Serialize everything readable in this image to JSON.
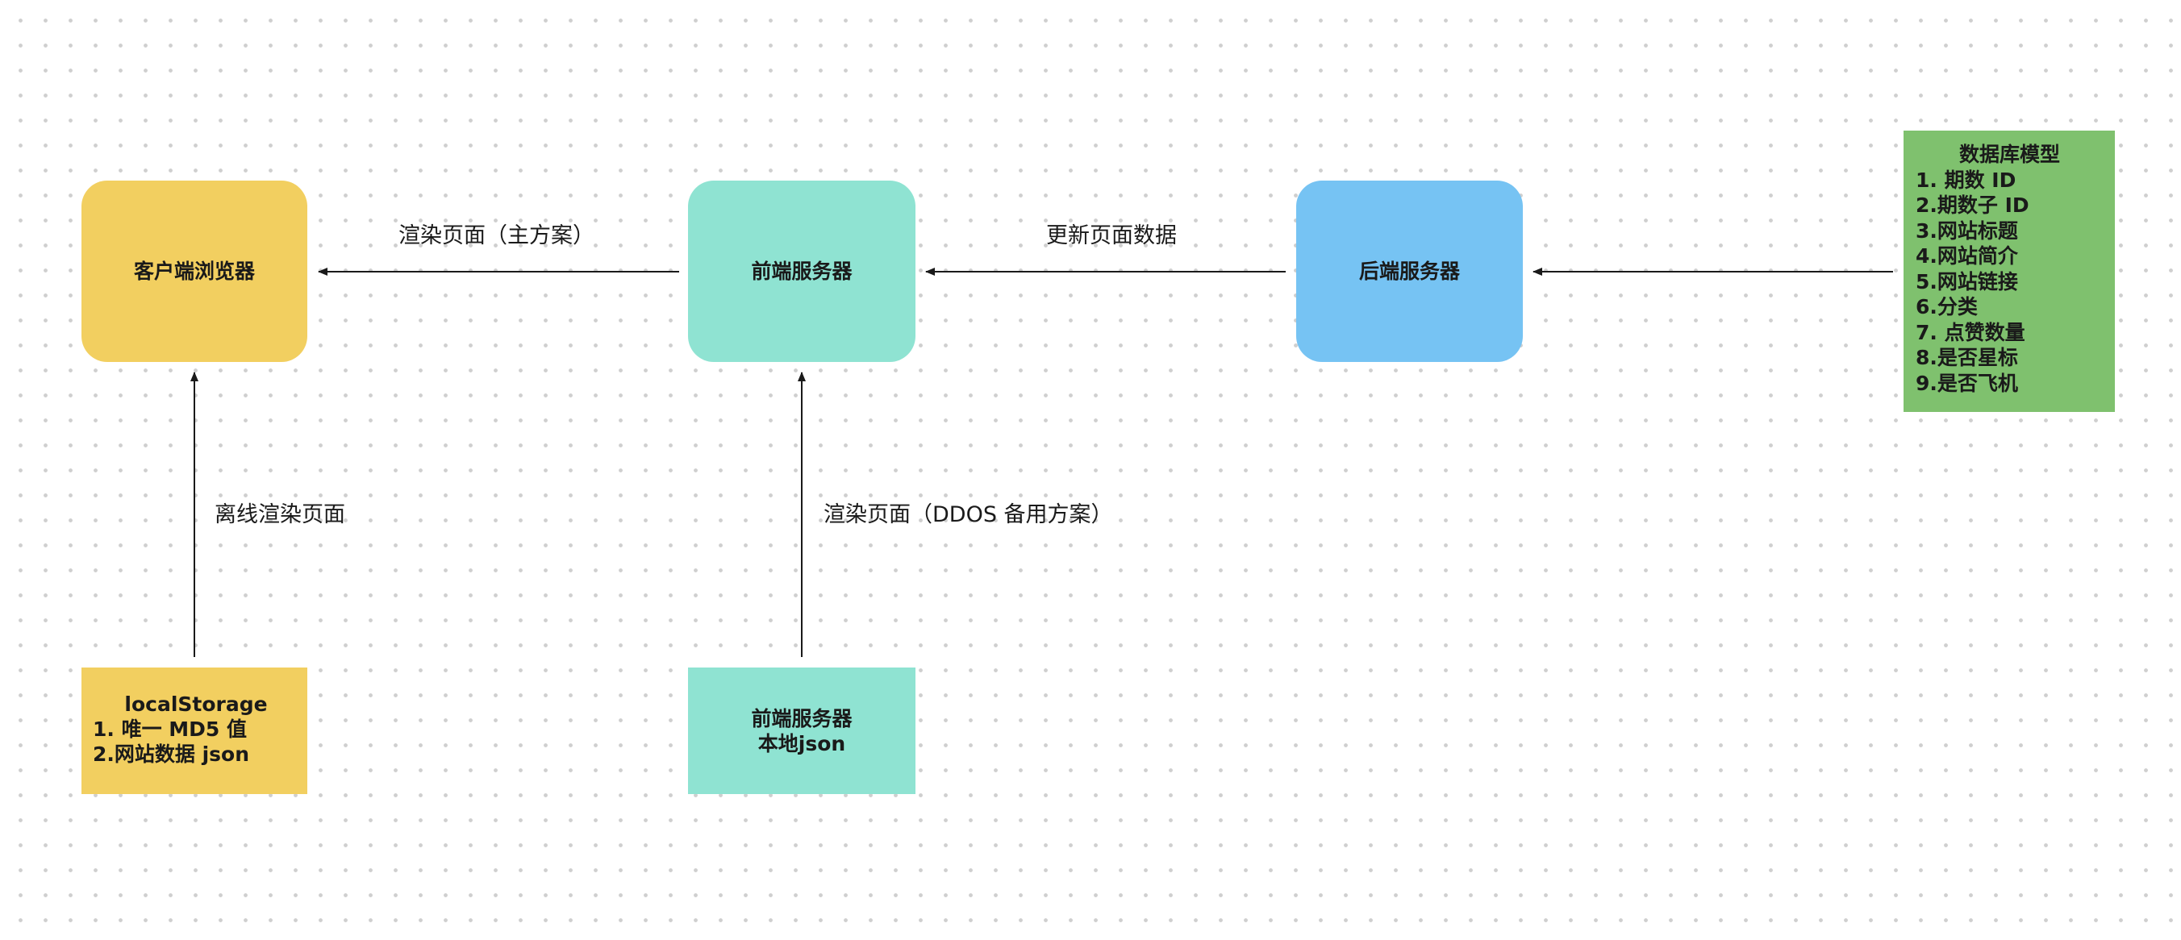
{
  "nodes": {
    "browser": "客户端浏览器",
    "frontend_server": "前端服务器",
    "backend_server": "后端服务器",
    "database_model": {
      "title": "数据库模型",
      "items": [
        "1. 期数 ID",
        "2.期数子 ID",
        "3.网站标题",
        "4.网站简介",
        "5.网站链接",
        "6.分类",
        "7. 点赞数量",
        "8.是否星标",
        "9.是否飞机"
      ]
    },
    "local_storage": {
      "title": "localStorage",
      "items": [
        "1. 唯一 MD5 值",
        "2.网站数据 json"
      ]
    },
    "frontend_local_json": {
      "line1": "前端服务器",
      "line2": "本地json"
    }
  },
  "edges": {
    "frontend_to_browser": "渲染页面（主方案）",
    "backend_to_frontend": "更新页面数据",
    "localstorage_to_browser": "离线渲染页面",
    "localjson_to_frontend": "渲染页面（DDOS 备用方案）"
  },
  "colors": {
    "browser": "#f2cf60",
    "frontend": "#8fe3d2",
    "backend": "#76c3f3",
    "database_model": "#7fc16e",
    "edge": "#1a1a1a"
  }
}
